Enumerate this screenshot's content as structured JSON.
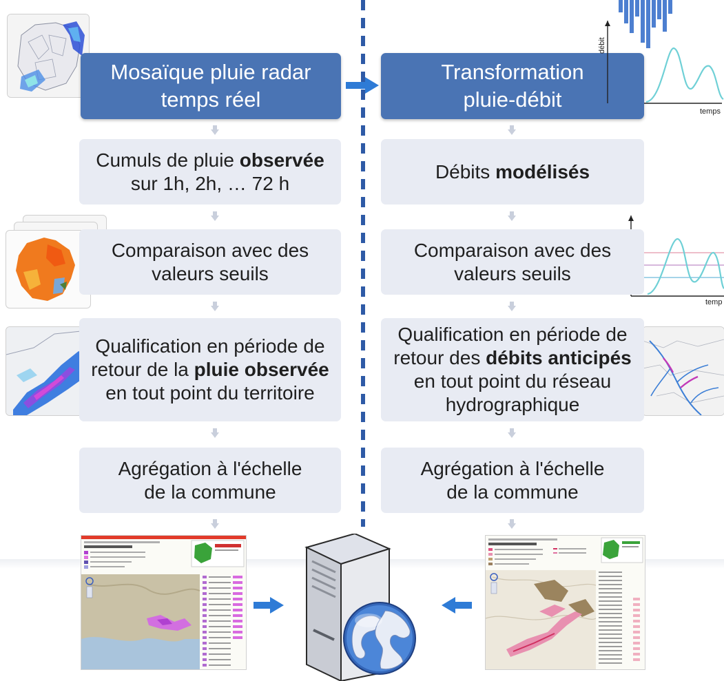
{
  "left": {
    "header": {
      "line1": "Mosaïque pluie radar",
      "line2": "temps réel"
    },
    "step1": {
      "pre": "Cumuls de pluie ",
      "bold": "observée",
      "line2": "sur 1h, 2h, … 72 h"
    },
    "step2": {
      "line1": "Comparaison avec des",
      "line2": "valeurs seuils"
    },
    "step3": {
      "line1": "Qualification en période de",
      "pre": "retour de la ",
      "bold": "pluie observée",
      "line3": "en tout point du territoire"
    },
    "step4": {
      "line1": "Agrégation à l'échelle",
      "line2": "de la commune"
    }
  },
  "right": {
    "header": {
      "line1": "Transformation",
      "line2": "pluie-débit"
    },
    "step1": {
      "pre": "Débits ",
      "bold": "modélisés"
    },
    "step2": {
      "line1": "Comparaison avec des",
      "line2": "valeurs seuils"
    },
    "step3": {
      "line1": "Qualification en période de",
      "pre": "retour des ",
      "bold": "débits anticipés",
      "line3": "en tout point du réseau",
      "line4": "hydrographique"
    },
    "step4": {
      "line1": "Agrégation à l'échelle",
      "line2": "de la commune"
    }
  },
  "hydrograph": {
    "ylabel": "débit",
    "xlabel": "temps"
  },
  "threshold_plot": {
    "xlabel": "temp"
  },
  "colors": {
    "header_blue": "#4a74b4",
    "box_grey": "#e8ebf3",
    "arrow_blue": "#2e7bd6",
    "divider_blue": "#2e5aa6"
  }
}
